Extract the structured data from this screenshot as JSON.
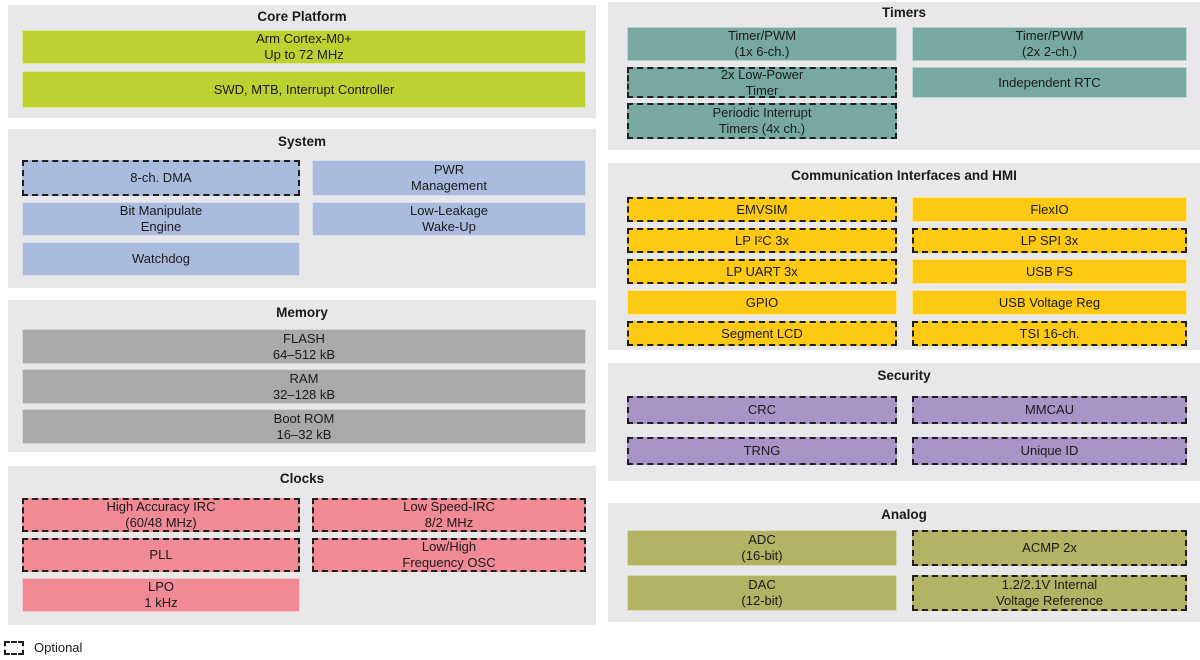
{
  "palette": {
    "panel_bg": "#e8e8ea",
    "green": "#bdd231",
    "blue": "#aabcde",
    "gray": "#a9a9a9",
    "pink": "#f08a95",
    "teal": "#77a9a1",
    "yellow": "#fdc913",
    "purple": "#a894c6",
    "olive": "#b4b264",
    "text": "#1a1a1a"
  },
  "legend": {
    "label": "Optional"
  },
  "sections": {
    "core_platform": {
      "title": "Core Platform",
      "blocks": [
        {
          "label": "Arm Cortex-M0+\nUp to 72 MHz",
          "optional": false
        },
        {
          "label": "SWD, MTB, Interrupt Controller",
          "optional": false
        }
      ]
    },
    "system": {
      "title": "System",
      "blocks": [
        {
          "label": "8-ch. DMA",
          "optional": true
        },
        {
          "label": "PWR\nManagement",
          "optional": false
        },
        {
          "label": "Bit Manipulate\nEngine",
          "optional": false
        },
        {
          "label": "Low-Leakage\nWake-Up",
          "optional": false
        },
        {
          "label": "Watchdog",
          "optional": false
        }
      ]
    },
    "memory": {
      "title": "Memory",
      "blocks": [
        {
          "label": "FLASH\n64–512 kB",
          "optional": false
        },
        {
          "label": "RAM\n32–128 kB",
          "optional": false
        },
        {
          "label": "Boot ROM\n16–32 kB",
          "optional": false
        }
      ]
    },
    "clocks": {
      "title": "Clocks",
      "blocks": [
        {
          "label": "High Accuracy IRC\n(60/48 MHz)",
          "optional": true
        },
        {
          "label": "Low Speed-IRC\n8/2 MHz",
          "optional": true
        },
        {
          "label": "PLL",
          "optional": true
        },
        {
          "label": "Low/High\nFrequency OSC",
          "optional": true
        },
        {
          "label": "LPO\n1 kHz",
          "optional": false
        }
      ]
    },
    "timers": {
      "title": "Timers",
      "blocks": [
        {
          "label": "Timer/PWM\n(1x 6-ch.)",
          "optional": false
        },
        {
          "label": "Timer/PWM\n(2x 2-ch.)",
          "optional": false
        },
        {
          "label": "2x Low-Power\nTimer",
          "optional": true
        },
        {
          "label": "Independent RTC",
          "optional": false
        },
        {
          "label": "Periodic Interrupt\nTimers (4x ch.)",
          "optional": true
        }
      ]
    },
    "comm_hmi": {
      "title": "Communication Interfaces and HMI",
      "blocks": [
        {
          "label": "EMVSIM",
          "optional": true
        },
        {
          "label": "FlexIO",
          "optional": false
        },
        {
          "label": "LP I²C 3x",
          "optional": true
        },
        {
          "label": "LP SPI 3x",
          "optional": true
        },
        {
          "label": "LP UART 3x",
          "optional": true
        },
        {
          "label": "USB FS",
          "optional": false
        },
        {
          "label": "GPIO",
          "optional": false
        },
        {
          "label": "USB Voltage Reg",
          "optional": false
        },
        {
          "label": "Segment LCD",
          "optional": true
        },
        {
          "label": "TSI 16-ch.",
          "optional": true
        }
      ]
    },
    "security": {
      "title": "Security",
      "blocks": [
        {
          "label": "CRC",
          "optional": true
        },
        {
          "label": "MMCAU",
          "optional": true
        },
        {
          "label": "TRNG",
          "optional": true
        },
        {
          "label": "Unique ID",
          "optional": true
        }
      ]
    },
    "analog": {
      "title": "Analog",
      "blocks": [
        {
          "label": "ADC\n(16-bit)",
          "optional": false
        },
        {
          "label": "ACMP 2x",
          "optional": true
        },
        {
          "label": "DAC\n(12-bit)",
          "optional": false
        },
        {
          "label": "1.2/2.1V Internal\nVoltage Reference",
          "optional": true
        }
      ]
    }
  }
}
